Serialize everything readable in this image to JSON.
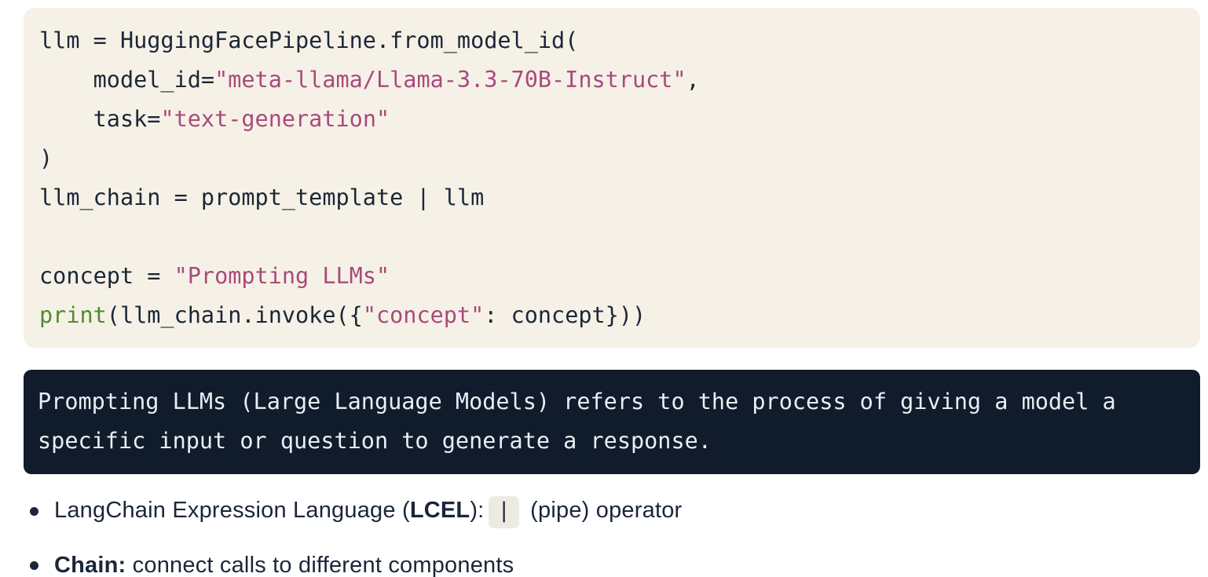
{
  "colors": {
    "page_bg": "#ffffff",
    "code_bg": "#f6f1e6",
    "code_text": "#1b2638",
    "string_color": "#a84a7d",
    "keyword_color": "#4f8b2f",
    "output_bg": "#101b2b",
    "output_text": "#e9eef3",
    "inline_code_bg": "#edebe1",
    "bullet_text": "#1b2638"
  },
  "code_block": {
    "language": "python",
    "lines": [
      [
        {
          "t": "llm = HuggingFacePipeline.from_model_id(",
          "c": "d"
        }
      ],
      [
        {
          "t": "    model_id=",
          "c": "d"
        },
        {
          "t": "\"meta-llama/Llama-3.3-70B-Instruct\"",
          "c": "s"
        },
        {
          "t": ",",
          "c": "d"
        }
      ],
      [
        {
          "t": "    task=",
          "c": "d"
        },
        {
          "t": "\"text-generation\"",
          "c": "s"
        }
      ],
      [
        {
          "t": ")",
          "c": "d"
        }
      ],
      [
        {
          "t": "llm_chain = prompt_template | llm",
          "c": "d"
        }
      ],
      [],
      [
        {
          "t": "concept = ",
          "c": "d"
        },
        {
          "t": "\"Prompting LLMs\"",
          "c": "s"
        }
      ],
      [
        {
          "t": "print",
          "c": "k"
        },
        {
          "t": "(llm_chain.invoke({",
          "c": "d"
        },
        {
          "t": "\"concept\"",
          "c": "s"
        },
        {
          "t": ": concept}))",
          "c": "d"
        }
      ]
    ]
  },
  "output_block": {
    "text": "Prompting LLMs (Large Language Models) refers to the process of giving a model a specific input or question to generate a response."
  },
  "bullets": [
    {
      "segments": [
        {
          "t": "LangChain Expression Language ("
        },
        {
          "t": "LCEL",
          "bold": true
        },
        {
          "t": "):"
        },
        {
          "t": "|",
          "code": true
        },
        {
          "t": " (pipe) operator"
        }
      ]
    },
    {
      "segments": [
        {
          "t": "Chain:",
          "bold": true
        },
        {
          "t": " connect calls to different components"
        }
      ]
    }
  ]
}
